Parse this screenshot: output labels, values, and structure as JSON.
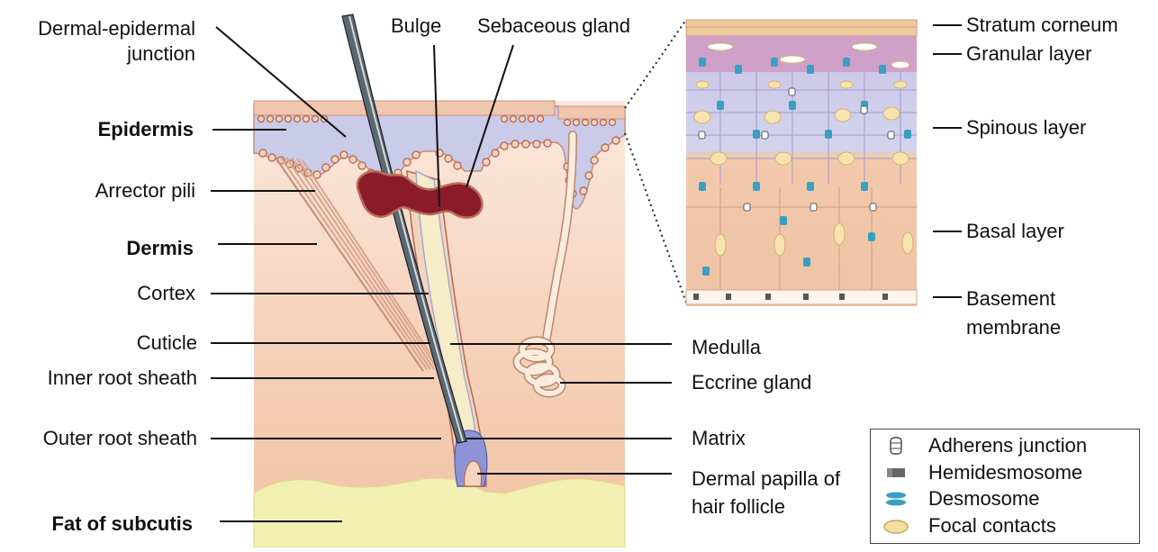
{
  "labels_left": {
    "dermal_epidermal_junction": "Dermal-epidermal\njunction",
    "epidermis": "Epidermis",
    "arrector_pili": "Arrector pili",
    "dermis": "Dermis",
    "cortex": "Cortex",
    "cuticle": "Cuticle",
    "inner_root_sheath": "Inner root sheath",
    "outer_root_sheath": "Outer root sheath",
    "fat_of_subcutis": "Fat of subcutis"
  },
  "labels_top": {
    "bulge": "Bulge",
    "sebaceous_gland": "Sebaceous gland"
  },
  "labels_middle": {
    "medulla": "Medulla",
    "eccrine_gland": "Eccrine gland",
    "matrix": "Matrix",
    "dermal_papilla": "Dermal papilla of\nhair follicle"
  },
  "labels_right": {
    "stratum_corneum": "Stratum corneum",
    "granular_layer": "Granular layer",
    "spinous_layer": "Spinous layer",
    "basal_layer": "Basal layer",
    "basement_membrane": "Basement\nmembrane"
  },
  "legend": [
    {
      "icon": "adherens-junction-icon",
      "label": "Adherens junction"
    },
    {
      "icon": "hemidesmosome-icon",
      "label": "Hemidesmosome"
    },
    {
      "icon": "desmosome-icon",
      "label": "Desmosome"
    },
    {
      "icon": "focal-contacts-icon",
      "label": "Focal contacts"
    }
  ],
  "colors": {
    "epidermis": "#c9cbe8",
    "dermis": "#f4cdb0",
    "fat": "#f1f0b0",
    "sebaceous": "#8b1a2a",
    "desmosome": "#3b9fc4",
    "focal_contact": "#f4dfa0",
    "basal_cells": "#f0c7a8"
  }
}
